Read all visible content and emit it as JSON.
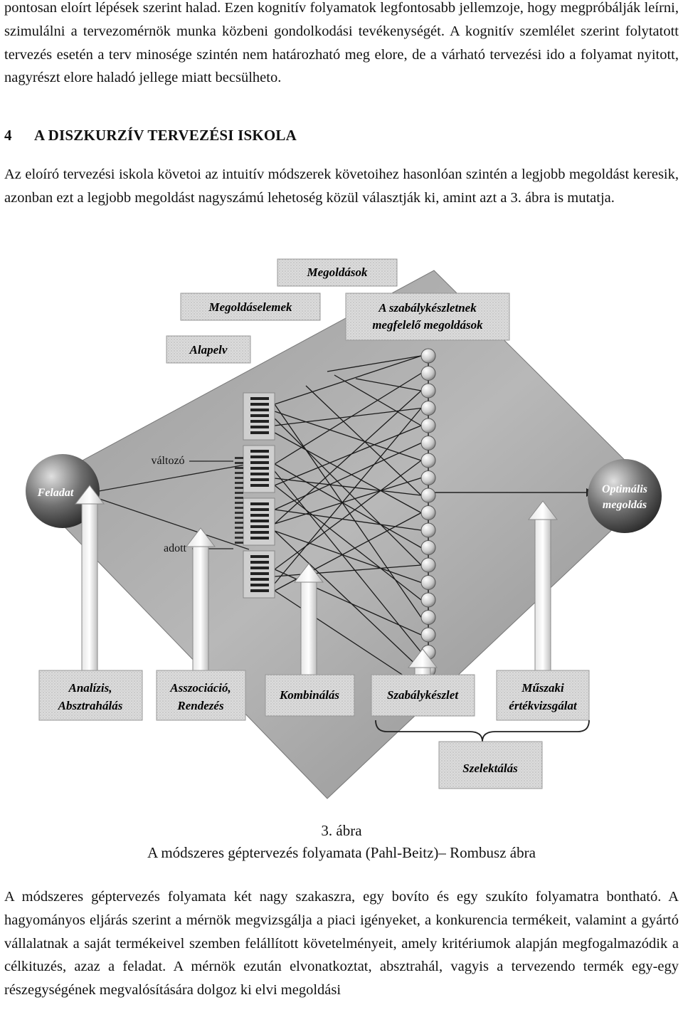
{
  "paragraphs": {
    "p1": "pontosan eloírt lépések szerint halad. Ezen kognitív folyamatok legfontosabb jellemzoje, hogy megpróbálják leírni, szimulálni a tervezomérnök munka közbeni gondolkodási tevékenységét. A kognitív szemlélet szerint folytatott tervezés esetén a terv minosége szintén nem határozható meg elore, de a várható tervezési ido a folyamat nyitott, nagyrészt elore haladó jellege miatt becsülheto.",
    "p3": "Az eloíró tervezési iskola követoi az intuitív módszerek követoihez hasonlóan szintén a legjobb megoldást keresik, azonban ezt a legjobb megoldást nagyszámú lehetoség közül választják ki, amint azt a 3. ábra is mutatja.",
    "p4": "A módszeres géptervezés folyamata két nagy szakaszra, egy bovíto és egy szukíto folyamatra bontható. A hagyományos eljárás szerint a mérnök megvizsgálja a piaci igényeket, a konkurencia termékeit, valamint a gyártó vállalatnak a saját termékeivel szemben felállított követelményeit, amely kritériumok alapján megfogalmazódik a célkituzés, azaz a feladat. A mérnök ezután elvonatkoztat, absztrahál, vagyis a tervezendo termék egy-egy részegységének megvalósítására dolgoz ki elvi megoldási"
  },
  "heading": {
    "number": "4",
    "title": "A DISZKURZÍV TERVEZÉSI ISKOLA"
  },
  "figure": {
    "top_labels": {
      "megoldasok": "Megoldások",
      "megoldaselemek": "Megoldáselemek",
      "szabaly_line1": "A szabálykészletnek",
      "szabaly_line2": "megfelelő megoldások",
      "alapelv": "Alapelv"
    },
    "side_labels": {
      "valtozo": "változó",
      "adott": "adott"
    },
    "nodes": {
      "feladat": "Feladat",
      "optimalis_line1": "Optimális",
      "optimalis_line2": "megoldás"
    },
    "bottom_labels": {
      "analizis_line1": "Analízis,",
      "analizis_line2": "Absztrahálás",
      "asszociacio_line1": "Asszociáció,",
      "asszociacio_line2": "Rendezés",
      "kombinalas": "Kombinálás",
      "szabalykeszlet": "Szabálykészlet",
      "muszaki_line1": "Műszaki",
      "muszaki_line2": "értékvizsgálat",
      "szelektalas": "Szelektálás"
    },
    "caption_number": "3. ábra",
    "caption_title": "A módszeres géptervezés folyamata (Pahl-Beitz)– Rombusz ábra"
  }
}
